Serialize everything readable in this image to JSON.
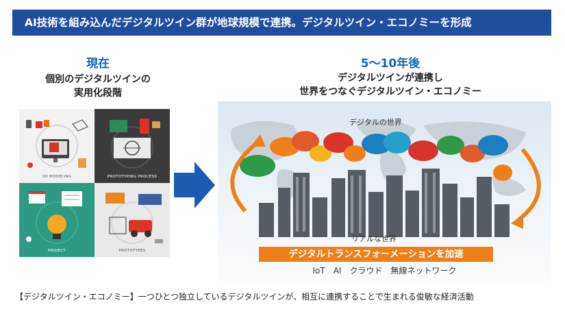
{
  "banner": {
    "text": "AI技術を組み込んだデジタルツイン群が地球規模で連携。デジタルツイン・エコノミーを形成"
  },
  "present": {
    "heading": "現在",
    "subtitle_line1": "個別のデジタルツインの",
    "subtitle_line2": "実用化段階",
    "quadrants": [
      "3D MODELING",
      "PROTOTYPING PROCESS",
      "PROJECT",
      "PROTOTYPES"
    ]
  },
  "future": {
    "heading": "5〜10年後",
    "subtitle_line1": "デジタルツインが連携し",
    "subtitle_line2": "世界をつなぐデジタルツイン・エコノミー",
    "digital_world": "デジタルの世界",
    "real_world": "リアルな世界",
    "dx_label": "デジタルトランスフォーメーションを加速",
    "technologies": "IoT　AI　クラウド　無線ネットワーク"
  },
  "caption": "【デジタルツイン・エコノミー】一つひとつ独立しているデジタルツインが、相互に連携することで生まれる俊敏な経済活動",
  "colors": {
    "banner": "#1f4e9c",
    "heading": "#1a62b8",
    "orange": "#ef8019",
    "arrow_blue": "#1b5bb1"
  }
}
